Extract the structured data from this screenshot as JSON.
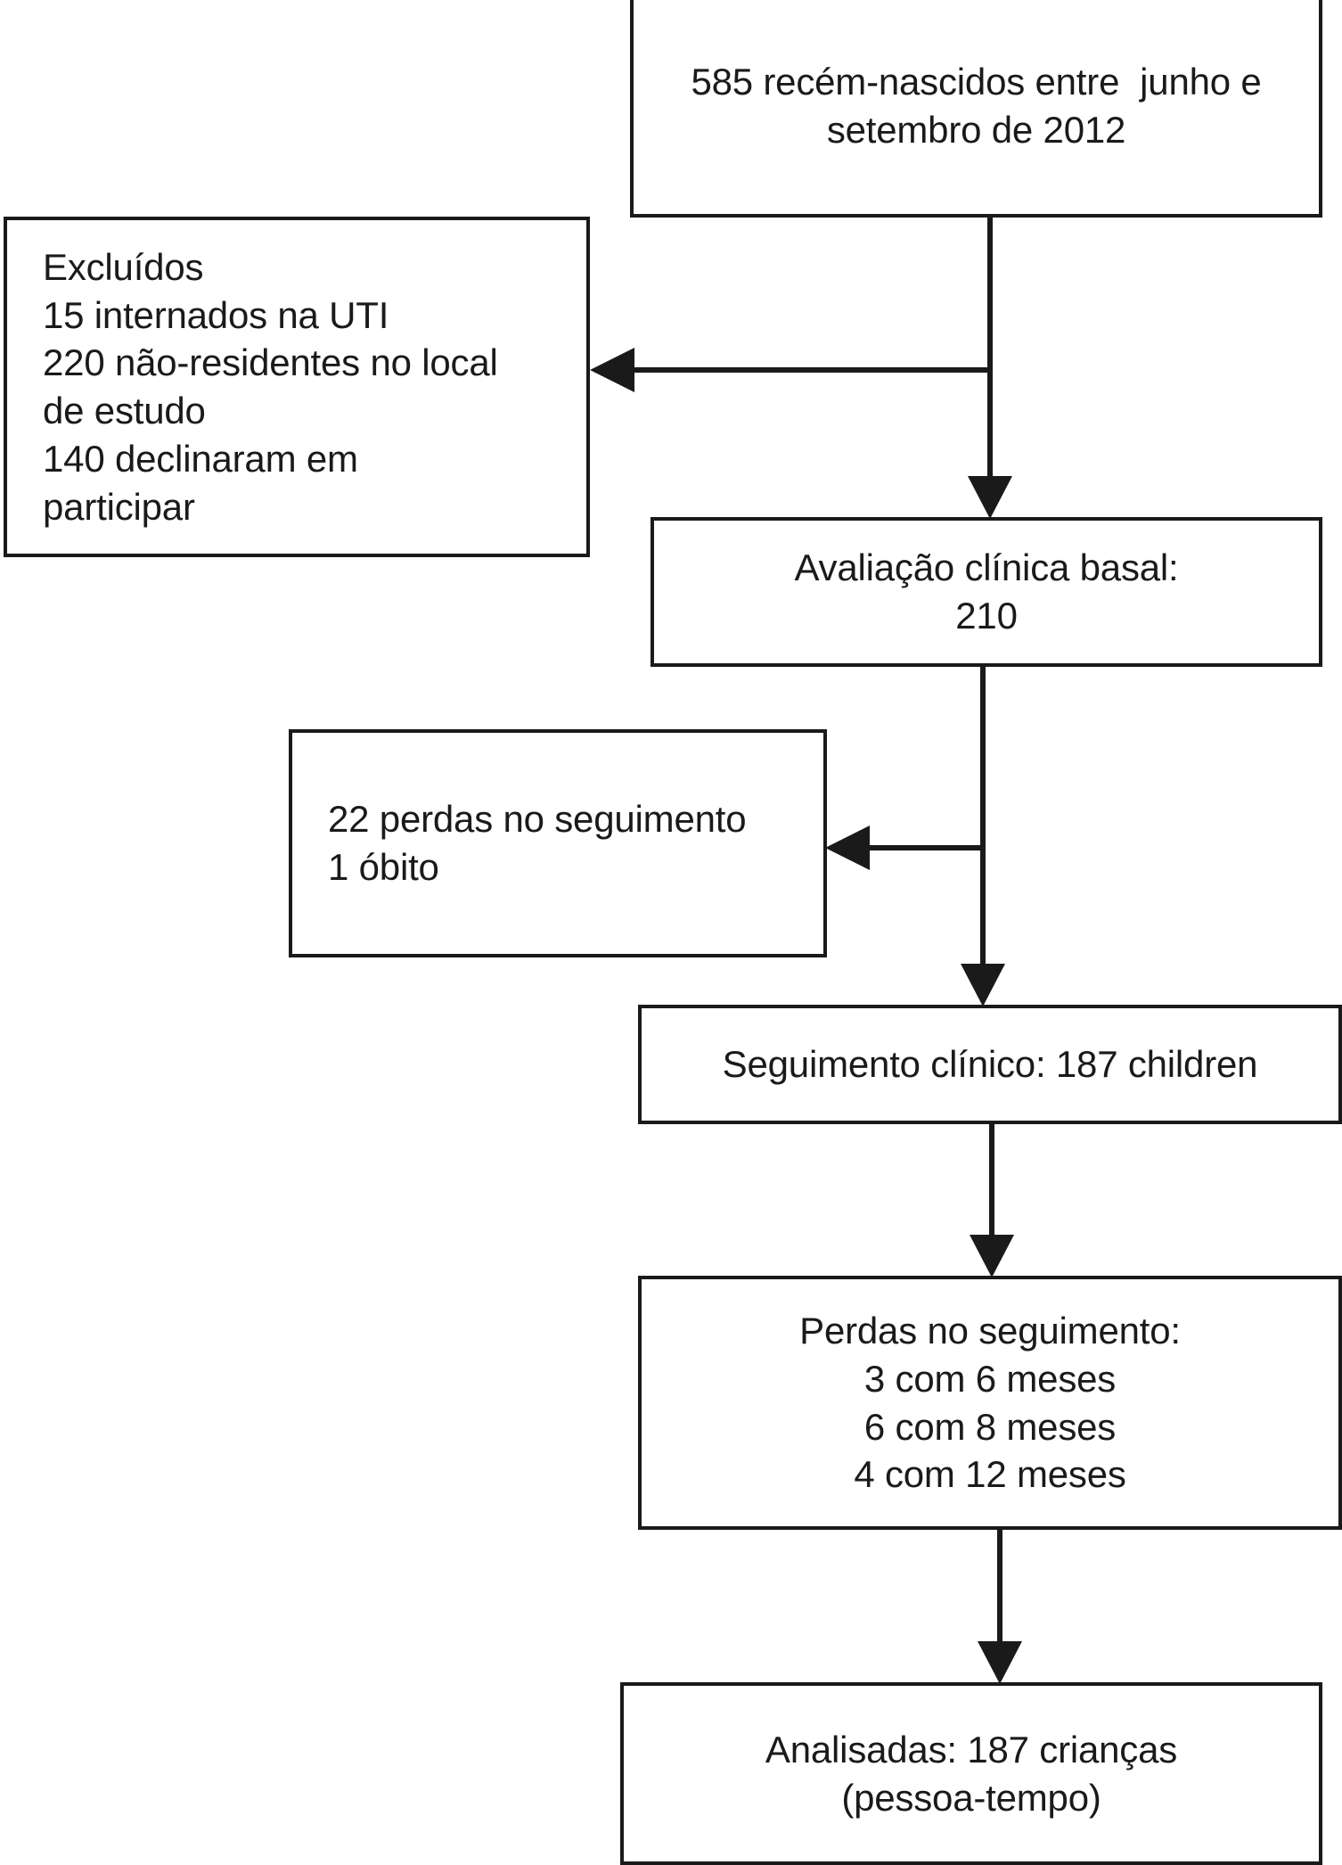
{
  "chart_data": {
    "type": "diagram",
    "title": "",
    "diagram_kind": "study-flow-diagram",
    "language": "pt-BR",
    "nodes": [
      {
        "id": "births",
        "lines": [
          "585 recém-nascidos entre  junho e",
          "setembro de 2012"
        ],
        "count": 585
      },
      {
        "id": "excluded",
        "lines": [
          "Excluídos",
          "15 internados na UTI",
          "220 não-residentes no local",
          "de estudo",
          "140 declinaram em",
          "participar"
        ],
        "counts": {
          "uti": 15,
          "nao_residentes": 220,
          "declinaram": 140
        }
      },
      {
        "id": "baseline",
        "lines": [
          "Avaliação clínica basal:",
          "210"
        ],
        "count": 210
      },
      {
        "id": "losses_early",
        "lines": [
          "22 perdas no seguimento",
          "1 óbito"
        ],
        "counts": {
          "perdas": 22,
          "obito": 1
        }
      },
      {
        "id": "followup",
        "lines": [
          "Seguimento clínico: 187 children"
        ],
        "count": 187
      },
      {
        "id": "losses_late",
        "lines": [
          "Perdas no seguimento:",
          "3 com 6 meses",
          "6 com 8 meses",
          "4 com 12 meses"
        ],
        "counts": {
          "m6": 3,
          "m8": 6,
          "m12": 4
        }
      },
      {
        "id": "analyzed",
        "lines": [
          "Analisadas: 187 crianças",
          "(pessoa-tempo)"
        ],
        "count": 187
      }
    ],
    "edges": [
      {
        "from": "births",
        "to": "excluded",
        "direction": "left"
      },
      {
        "from": "births",
        "to": "baseline",
        "direction": "down"
      },
      {
        "from": "baseline",
        "to": "losses_early",
        "direction": "left"
      },
      {
        "from": "baseline",
        "to": "followup",
        "direction": "down"
      },
      {
        "from": "followup",
        "to": "losses_late",
        "direction": "down"
      },
      {
        "from": "losses_late",
        "to": "analyzed",
        "direction": "down"
      }
    ],
    "colors": {
      "stroke": "#1a1a1a",
      "fill": "#ffffff",
      "text": "#1a1a1a"
    }
  },
  "nodes": {
    "births": {
      "line1": "585 recém-nascidos entre  junho e",
      "line2": "setembro de 2012"
    },
    "excluded": {
      "line1": "Excluídos",
      "line2": "15 internados na UTI",
      "line3": "220 não-residentes no local",
      "line4": "de estudo",
      "line5": "140 declinaram em",
      "line6": "participar"
    },
    "baseline": {
      "line1": "Avaliação clínica basal:",
      "line2": "210"
    },
    "losses_early": {
      "line1": "22 perdas no seguimento",
      "line2": "1 óbito"
    },
    "followup": {
      "line1": "Seguimento clínico: 187 children"
    },
    "losses_late": {
      "line1": "Perdas no seguimento:",
      "line2": "3 com 6 meses",
      "line3": "6 com 8 meses",
      "line4": "4 com 12 meses"
    },
    "analyzed": {
      "line1": "Analisadas: 187 crianças",
      "line2": "(pessoa-tempo)"
    }
  }
}
